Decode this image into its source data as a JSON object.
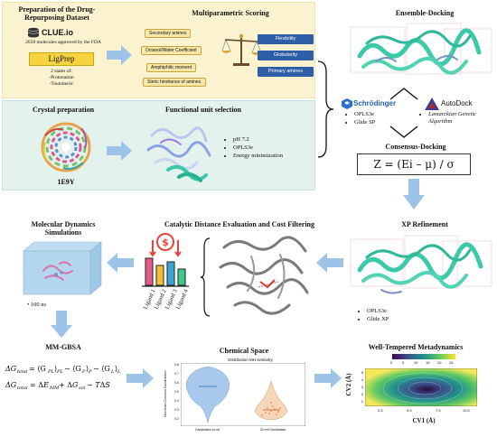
{
  "top_left": {
    "title": "Preparation of the Drug-Repurposing Dataset",
    "clue_logo": "CLUE.io",
    "molecules": "2658 molecules approved by the FDA",
    "ligprep": "LigPrep",
    "states": "2 states of:",
    "protonation": "-Protonation",
    "tautomeric": "-Tautomeric"
  },
  "scoring": {
    "title": "Multiparametric Scoring",
    "tags": [
      "Secondary amines",
      "Octanol/Water Coefficient",
      "Amphiphilic moment",
      "Steric hindrance of amines"
    ],
    "boxes": [
      "Flexibility",
      "Globularity",
      "Primary amines"
    ]
  },
  "crystal": {
    "title": "Crystal preparation",
    "pdb": "1E9Y"
  },
  "functional": {
    "title": "Functional unit selection",
    "bullets": [
      "pH 7.2",
      "OPLS3e",
      "Energy minimization"
    ]
  },
  "ensemble": {
    "title": "Ensemble-Docking",
    "schrodinger": "Schrödinger",
    "schro_bullets": [
      "OPLS3e",
      "Glide SP"
    ],
    "autodock": "AutoDock",
    "autodock_bullets": [
      "Lamarckian Genetic Algorithm"
    ]
  },
  "consensus": {
    "title": "Consensus-Docking",
    "formula": "Z = (Ei – μ) / σ"
  },
  "xp": {
    "title": "XP Refinement",
    "bullets": [
      "OPLS3e",
      "Glide XP"
    ]
  },
  "catalytic": {
    "title": "Catalytic Distance Evaluation and Cost Filtering",
    "ligands": [
      "Ligand 1",
      "Ligand 2",
      "Ligand 3",
      "Ligand 4"
    ]
  },
  "md": {
    "title": "Molecular Dynamics Simulations",
    "time": "100 ns"
  },
  "mmgbsa": {
    "title": "MM-GBSA"
  },
  "chemspace": {
    "title": "Chemical Space",
    "plot_title": "Distribution MH similarity",
    "ylabel": "Maximum Common Substructure",
    "xtick1": "Candidates vs ref",
    "xtick2": "ID ref>Candidates",
    "yticks": [
      "0.8",
      "0.7",
      "0.6",
      "0.5",
      "0.4",
      "0.3",
      "0.2"
    ]
  },
  "metad": {
    "title": "Well-Tempered Metadynamics",
    "colorbar_ticks": [
      "0",
      "5",
      "10",
      "15",
      "20",
      "25"
    ],
    "xlabel": "CV1 (Å)",
    "ylabel": "CV2 (Å)",
    "xticks": [
      "2.5",
      "5.0",
      "7.5",
      "10.0"
    ],
    "yticks": [
      "5",
      "4",
      "3",
      "2",
      "1"
    ]
  },
  "colors": {
    "yellow_panel": "#fbf3cf",
    "teal_panel": "#e4f2ee",
    "arrow": "#9dc3e6",
    "box_blue": "#2f5ea8",
    "protein_teal": "#3cc9a8"
  }
}
